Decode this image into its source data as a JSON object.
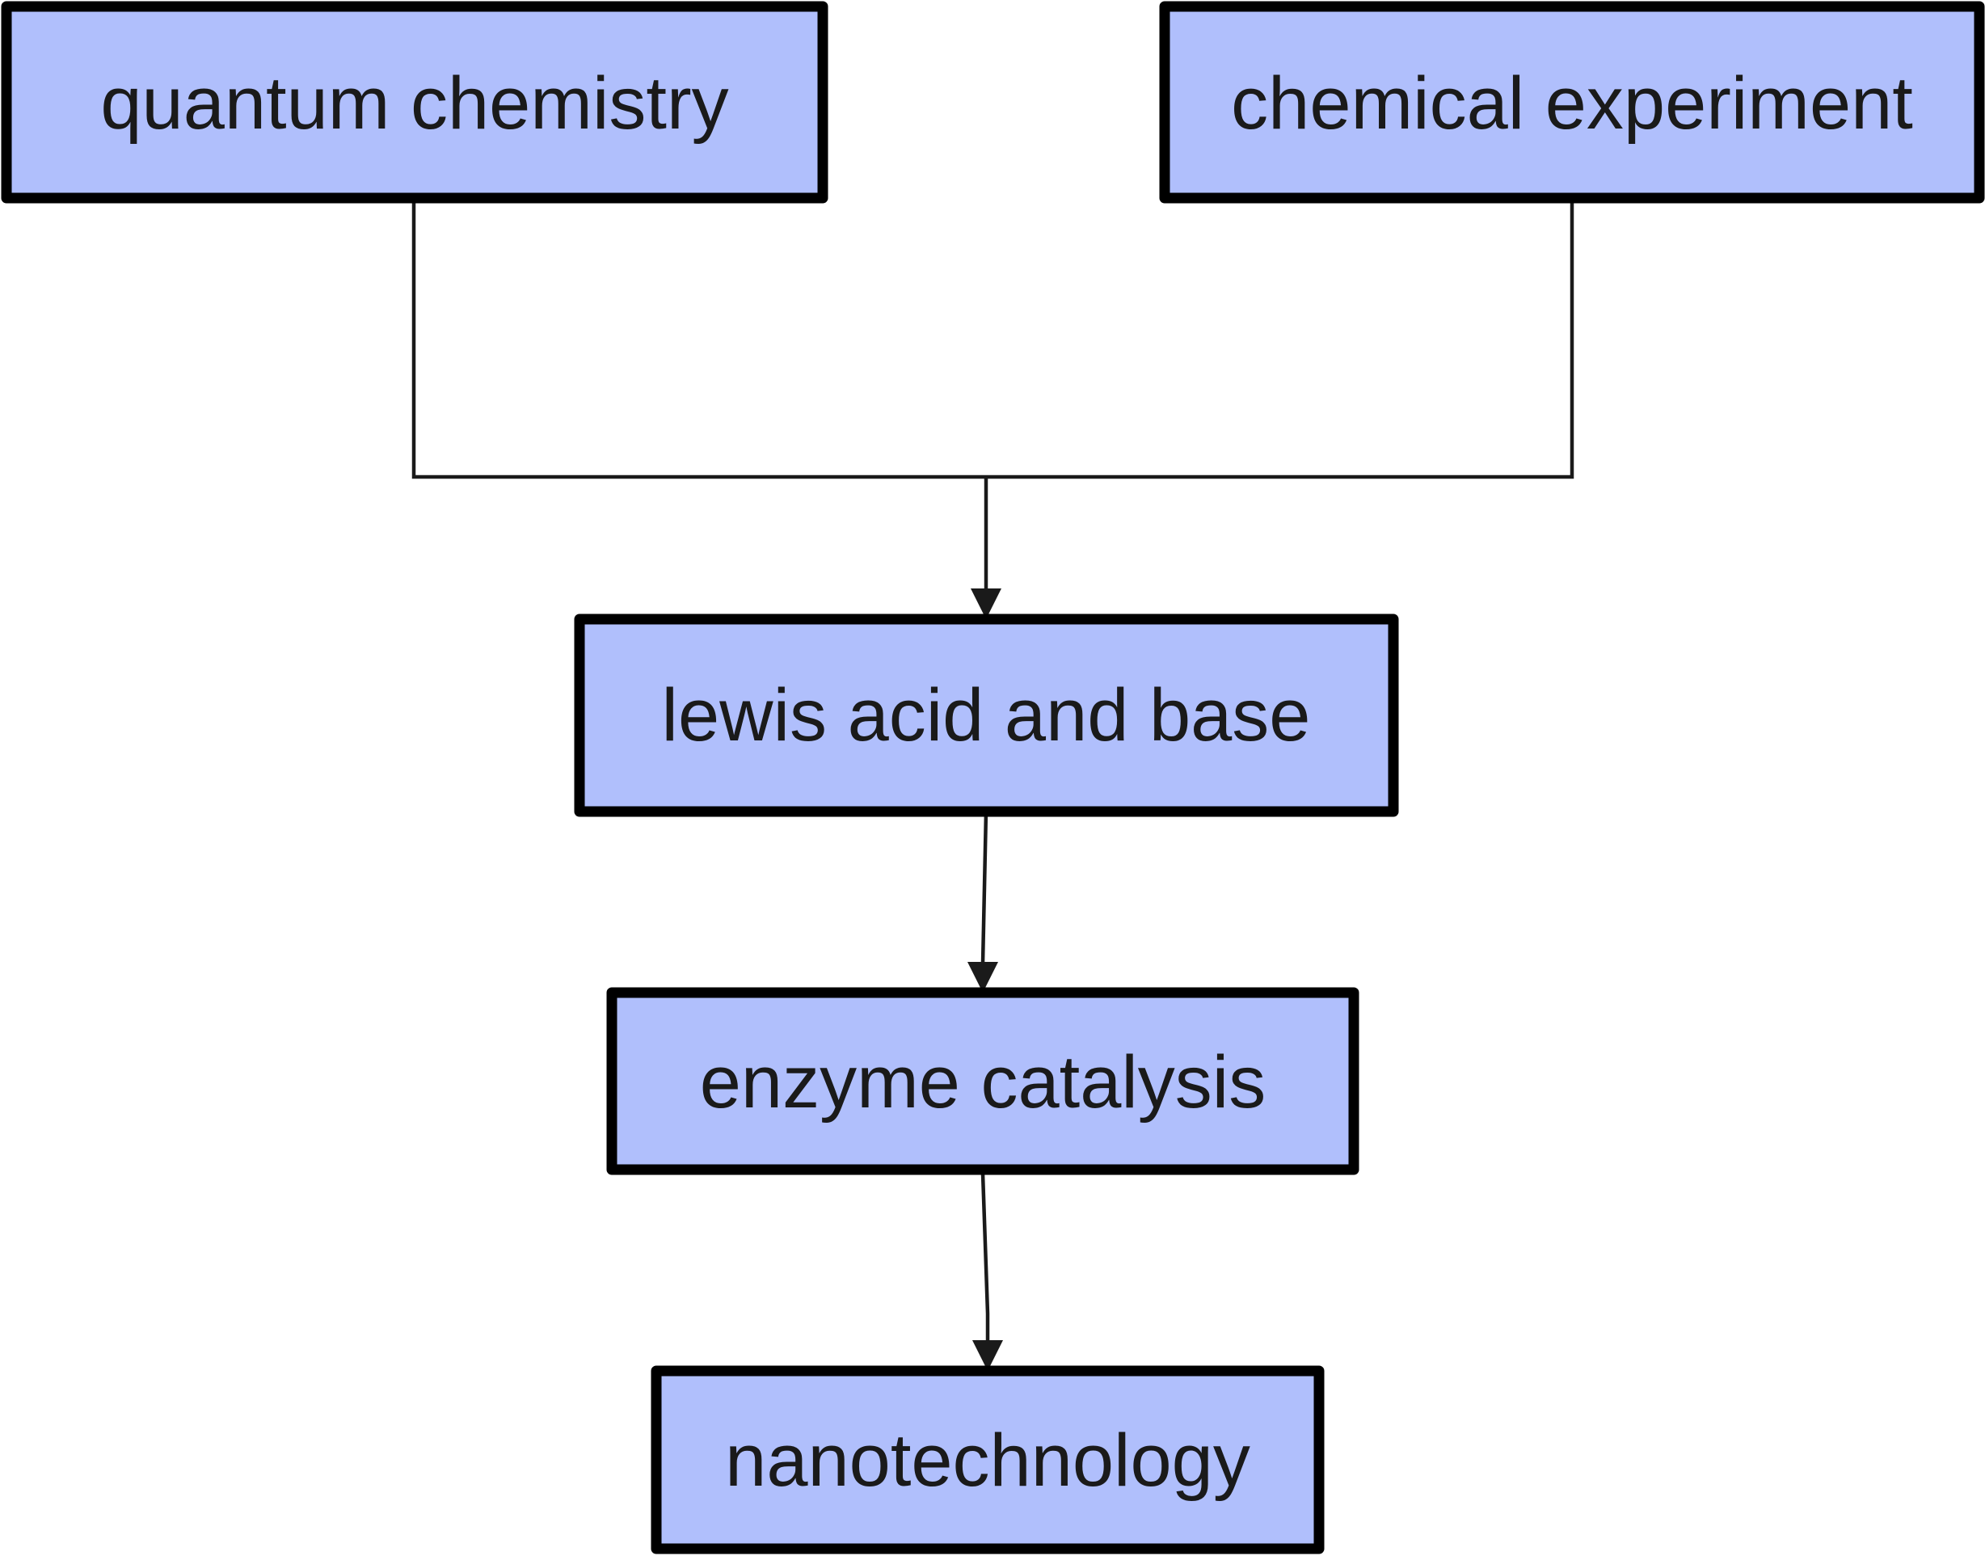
{
  "diagram": {
    "type": "flowchart",
    "colors": {
      "node_fill": "#b0bffc",
      "node_border": "#000000",
      "text": "#1a1a1a",
      "edge": "#1a1a1a"
    },
    "nodes": {
      "quantum_chemistry": {
        "label": "quantum chemistry"
      },
      "chemical_experiment": {
        "label": "chemical experiment"
      },
      "lewis_acid_and_base": {
        "label": "lewis acid and base"
      },
      "enzyme_catalysis": {
        "label": "enzyme catalysis"
      },
      "nanotechnology": {
        "label": "nanotechnology"
      }
    },
    "edges": [
      {
        "from": "quantum_chemistry",
        "to": "lewis_acid_and_base"
      },
      {
        "from": "chemical_experiment",
        "to": "lewis_acid_and_base"
      },
      {
        "from": "lewis_acid_and_base",
        "to": "enzyme_catalysis"
      },
      {
        "from": "enzyme_catalysis",
        "to": "nanotechnology"
      }
    ]
  }
}
